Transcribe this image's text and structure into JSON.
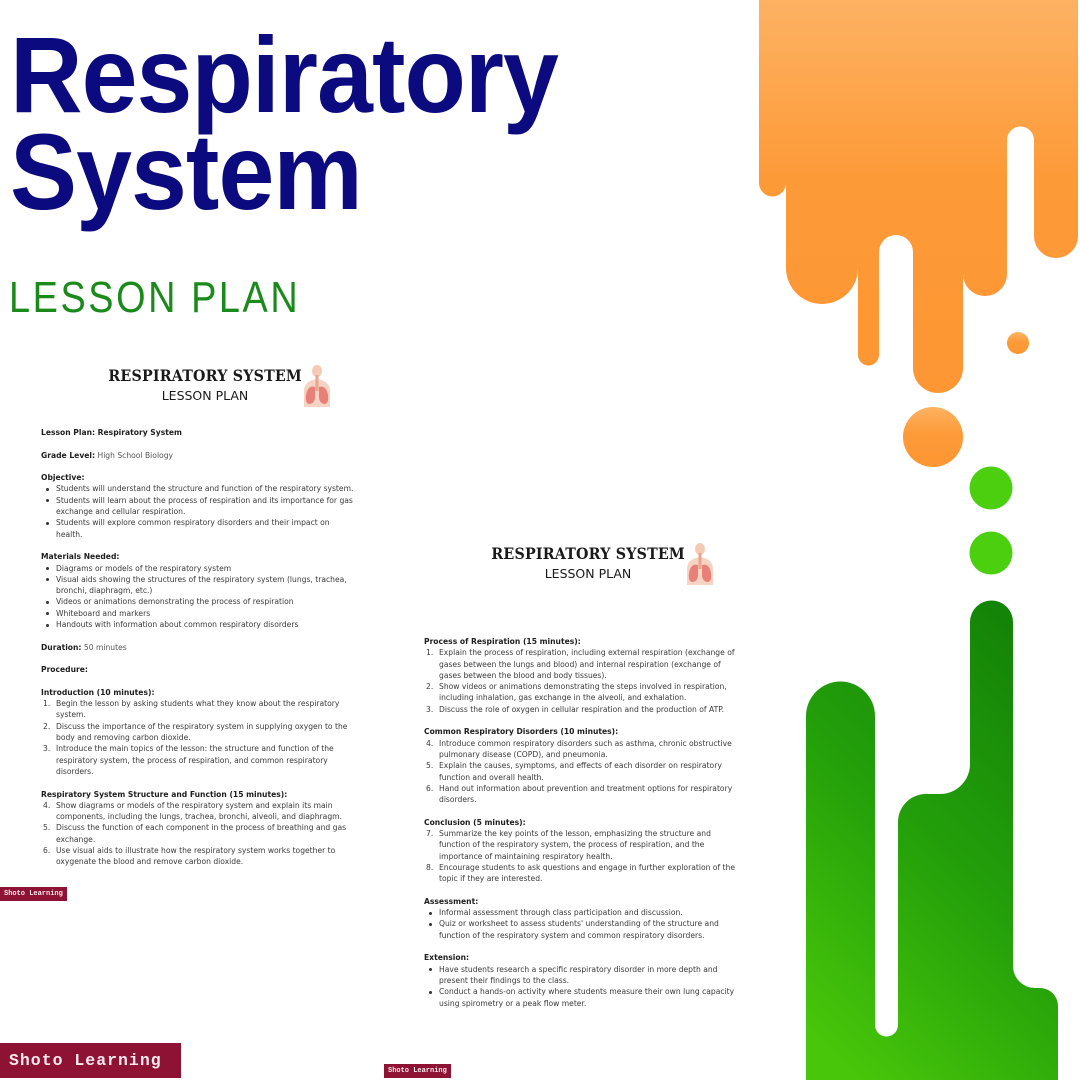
{
  "hero": {
    "title_line1": "Respiratory",
    "title_line2": "System",
    "subtitle": "LESSON PLAN"
  },
  "colors": {
    "title": "#0b0a7e",
    "subtitle": "#1a8a1a",
    "orange_top": "#fdb060",
    "orange": "#fd9a38",
    "green_dark": "#168a0c",
    "green_light": "#45c20a",
    "green_dot": "#4ccf0e",
    "brand_badge": "#8e1233"
  },
  "page1": {
    "header": {
      "title": "RESPIRATORY SYSTEM",
      "subtitle": "LESSON PLAN",
      "icon": "lungs-icon"
    },
    "lesson_plan_label": "Lesson Plan: Respiratory System",
    "grade_label": "Grade Level:",
    "grade_value": "High School Biology",
    "objective": {
      "heading": "Objective:",
      "items": [
        [
          "Students will understand the structure and function of the respiratory system."
        ],
        [
          "Students will learn about the process of respiration and its importance for gas",
          "exchange and cellular respiration."
        ],
        [
          "Students will explore common respiratory disorders and their impact on",
          "health."
        ]
      ]
    },
    "materials": {
      "heading": "Materials Needed:",
      "items": [
        [
          "Diagrams or models of the respiratory system"
        ],
        [
          "Visual aids showing the structures of the respiratory system (lungs, trachea,",
          "bronchi, diaphragm, etc.)"
        ],
        [
          "Videos or animations demonstrating the process of respiration"
        ],
        [
          "Whiteboard and markers"
        ],
        [
          "Handouts with information about common respiratory disorders"
        ]
      ]
    },
    "duration_label": "Duration:",
    "duration_value": "50 minutes",
    "procedure_label": "Procedure:",
    "introduction": {
      "heading": "Introduction (10 minutes):",
      "items": [
        {
          "num": "1.",
          "lines": [
            "Begin the lesson by asking students what they know about the respiratory",
            "system."
          ]
        },
        {
          "num": "2.",
          "lines": [
            "Discuss the importance of the respiratory system in supplying oxygen to the",
            "body and removing carbon dioxide."
          ]
        },
        {
          "num": "3.",
          "lines": [
            "Introduce the main topics of the lesson: the structure and function of the",
            "respiratory system, the process of respiration, and common respiratory",
            "disorders."
          ]
        }
      ]
    },
    "structure": {
      "heading": "Respiratory System Structure and Function (15 minutes):",
      "items": [
        {
          "num": "4.",
          "lines": [
            "Show diagrams or models of the respiratory system and explain its main",
            "components, including the lungs, trachea, bronchi, alveoli, and diaphragm."
          ]
        },
        {
          "num": "5.",
          "lines": [
            "Discuss the function of each component in the process of breathing and gas",
            "exchange."
          ]
        },
        {
          "num": "6.",
          "lines": [
            "Use visual aids to illustrate how the respiratory system works together to",
            "oxygenate the blood and remove carbon dioxide."
          ]
        }
      ]
    },
    "badge": "Shoto Learning"
  },
  "page2": {
    "header": {
      "title": "RESPIRATORY SYSTEM",
      "subtitle": "LESSON PLAN",
      "icon": "lungs-icon"
    },
    "process": {
      "heading": "Process of Respiration (15 minutes):",
      "items": [
        {
          "num": "1.",
          "lines": [
            "Explain the process of respiration, including external respiration (exchange of",
            "gases between the lungs and blood) and internal respiration (exchange of",
            "gases between the blood and body tissues)."
          ]
        },
        {
          "num": "2.",
          "lines": [
            "Show videos or animations demonstrating the steps involved in respiration,",
            "including inhalation, gas exchange in the alveoli, and exhalation."
          ]
        },
        {
          "num": "3.",
          "lines": [
            "Discuss the role of oxygen in cellular respiration and the production of ATP."
          ]
        }
      ]
    },
    "disorders": {
      "heading": "Common Respiratory Disorders (10 minutes):",
      "items": [
        {
          "num": "4.",
          "lines": [
            "Introduce common respiratory disorders such as asthma, chronic obstructive",
            "pulmonary disease (COPD), and pneumonia."
          ]
        },
        {
          "num": "5.",
          "lines": [
            "Explain the causes, symptoms, and effects of each disorder on respiratory",
            "function and overall health."
          ]
        },
        {
          "num": "6.",
          "lines": [
            "Hand out information about prevention and treatment options for respiratory",
            "disorders."
          ]
        }
      ]
    },
    "conclusion": {
      "heading": "Conclusion (5 minutes):",
      "items": [
        {
          "num": "7.",
          "lines": [
            "Summarize the key points of the lesson, emphasizing the structure and",
            "function of the respiratory system, the process of respiration, and the",
            "importance of maintaining respiratory health."
          ]
        },
        {
          "num": "8.",
          "lines": [
            "Encourage students to ask questions and engage in further exploration of the",
            "topic if they are interested."
          ]
        }
      ]
    },
    "assessment": {
      "heading": "Assessment:",
      "items": [
        [
          "Informal assessment through class participation and discussion."
        ],
        [
          "Quiz or worksheet to assess students' understanding of the structure and",
          "function of the respiratory system and common respiratory disorders."
        ]
      ]
    },
    "extension": {
      "heading": "Extension:",
      "items": [
        [
          "Have students research a specific respiratory disorder in more depth and",
          "present their findings to the class."
        ],
        [
          "Conduct a hands-on activity where students measure their own lung capacity",
          "using spirometry or a peak flow meter."
        ]
      ]
    },
    "badge": "Shoto Learning"
  },
  "footer_badge": "Shoto Learning"
}
